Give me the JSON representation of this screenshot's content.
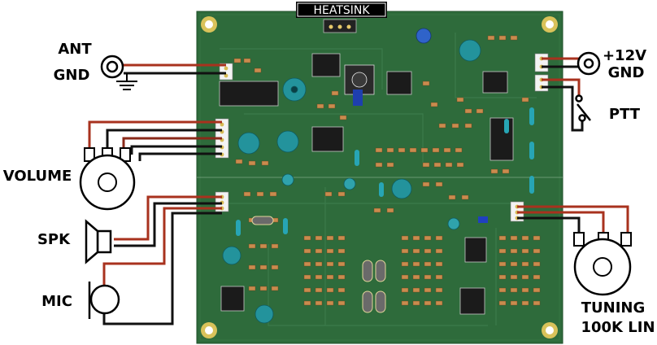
{
  "heatsink_label": "HEATSINK",
  "left_labels": {
    "ant": "ANT",
    "gnd": "GND",
    "volume": "VOLUME",
    "spk": "SPK",
    "mic": "MIC"
  },
  "right_labels": {
    "power": "+12V",
    "gnd": "GND",
    "ptt": "PTT",
    "tuning_line1": "TUNING",
    "tuning_line2": "100K LIN"
  },
  "colors": {
    "pcb": "#2d6a3a",
    "wire_red": "#a8321e",
    "wire_black": "#111111",
    "component_tan": "#c98b4e",
    "electrolytic": "#1f8f9a"
  }
}
